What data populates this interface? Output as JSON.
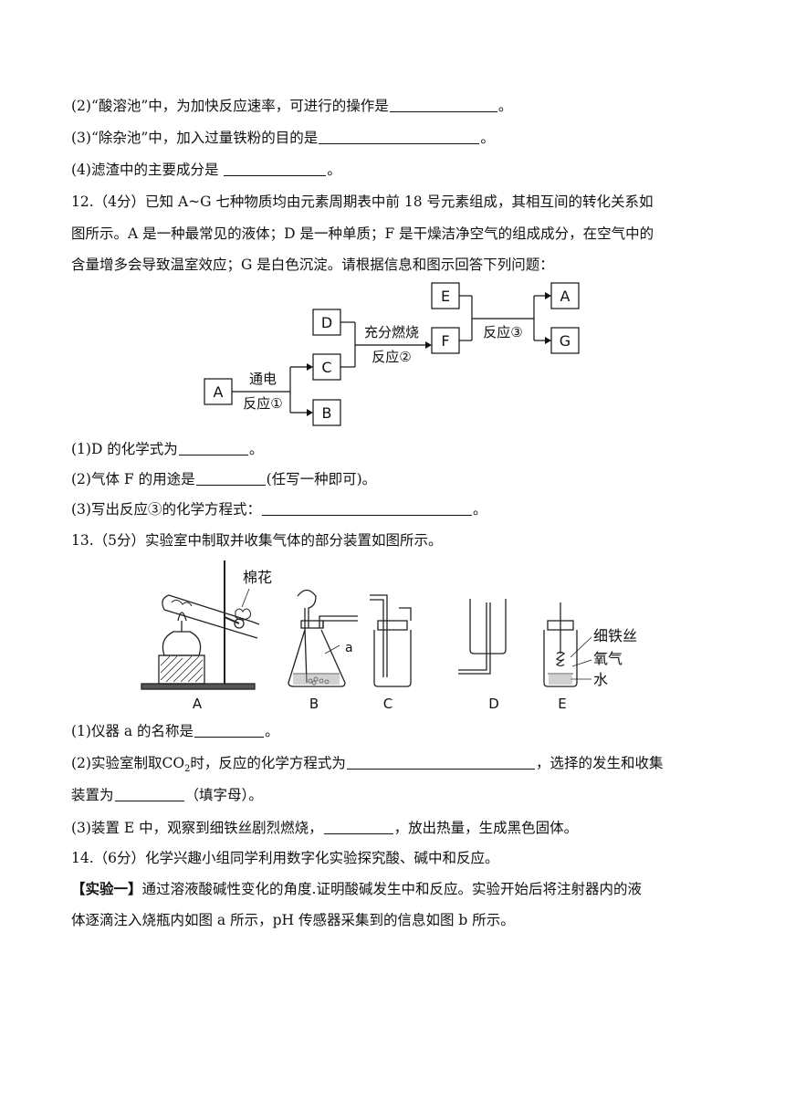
{
  "q11": {
    "p2": "(2)“酸溶池”中，为加快反应速率，可进行的操作是",
    "p3": "(3)“除杂池”中，加入过量铁粉的目的是",
    "p4": "(4)滤渣中的主要成分是 ",
    "end": "。"
  },
  "q12": {
    "stem1": "12.（4分）已知 A~G 七种物质均由元素周期表中前 18 号元素组成，其相互间的转化关系如",
    "stem2": "图所示。A 是一种最常见的液体；D 是一种单质；F 是干燥洁净空气的组成成分，在空气中的",
    "stem3": "含量增多会导致温室效应；G 是白色沉淀。请根据信息和图示回答下列问题：",
    "diagram": {
      "boxes": [
        "A",
        "B",
        "C",
        "D",
        "E",
        "F",
        "G"
      ],
      "r1_top": "通电",
      "r1_bottom": "反应①",
      "r2_top": "充分燃烧",
      "r2_bottom": "反应②",
      "r3": "反应③"
    },
    "p1": "(1)D 的化学式为",
    "p2": "(2)气体 F 的用途是",
    "p2_tail": "(任写一种即可)。",
    "p3": "(3)写出反应③的化学方程式：",
    "end": "。"
  },
  "q13": {
    "stem": "13.（5分）实验室中制取并收集气体的部分装置如图所示。",
    "figure": {
      "labels": [
        "A",
        "B",
        "C",
        "D",
        "E"
      ],
      "cotton": "棉花",
      "instrument_a": "a",
      "iron_wire": "细铁丝",
      "oxygen": "氧气",
      "water": "水"
    },
    "p1": "(1)仪器 a 的名称是",
    "p2_a": "(2)实验室制取",
    "co2_main": "CO",
    "co2_sub": "2",
    "p2_b": "时，反应的化学方程式为",
    "p2_c": "，选择的发生和收集",
    "p2_d": "装置为",
    "p2_e": "（填字母）。",
    "p3_a": "(3)装置 E 中，观察到细铁丝剧烈燃烧，",
    "p3_b": "，放出热量，生成黑色固体。",
    "end": "。"
  },
  "q14": {
    "stem": "14.（6分）化学兴趣小组同学利用数字化实验探究酸、碱中和反应。",
    "exp1_tag": "【实验一】",
    "exp1_a": "通过溶液酸碱性变化的角度.证明酸碱发生中和反应。实验开始后将注射器内的液",
    "exp1_b": "体逐滴注入烧瓶内如图 a 所示，pH 传感器采集到的信息如图 b 所示。"
  }
}
